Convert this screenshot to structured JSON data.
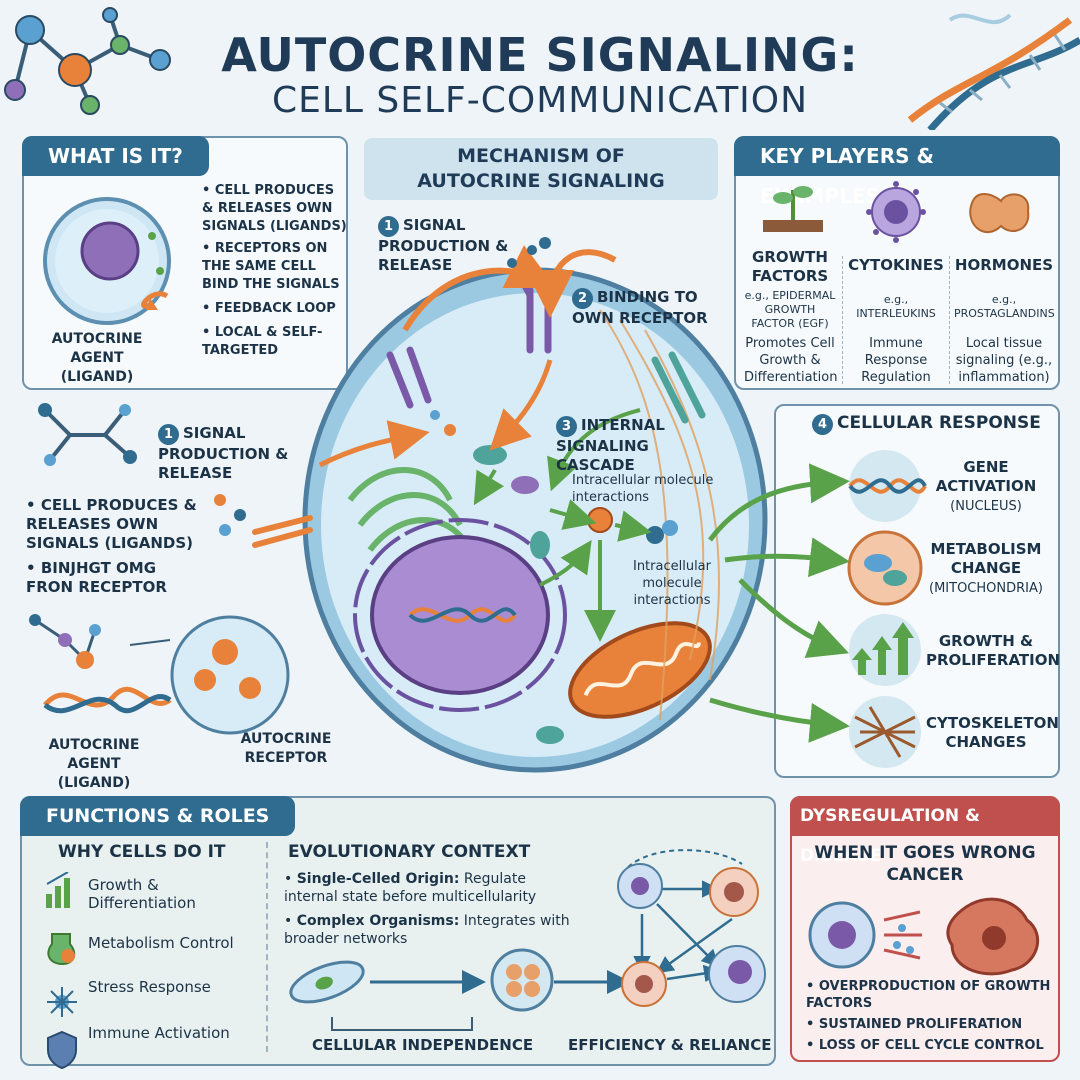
{
  "title": {
    "line1": "AUTOCRINE SIGNALING:",
    "line2": "CELL SELF-COMMUNICATION"
  },
  "what_is_it": {
    "header": "WHAT IS IT?",
    "bullets": [
      "CELL PRODUCES & RELEASES OWN SIGNALS (LIGANDS)",
      "RECEPTORS ON THE SAME CELL BIND THE SIGNALS",
      "FEEDBACK LOOP",
      "LOCAL & SELF-TARGETED"
    ],
    "agent_label": "AUTOCRINE AGENT (LIGAND)"
  },
  "mechanism": {
    "header": "MECHANISM OF AUTOCRINE SIGNALING",
    "step1": {
      "num": "1",
      "label": "SIGNAL PRODUCTION & RELEASE"
    },
    "step2": {
      "num": "2",
      "label": "BINDING TO OWN RECEPTOR"
    },
    "step3": {
      "num": "3",
      "label": "INTERNAL SIGNALING CASCADE",
      "sub": "Intracellular molecule interactions"
    },
    "inner_label": "Intracellular molecule interactions",
    "left_step": {
      "num": "1",
      "label": "SIGNAL PRODUCTION & RELEASE"
    },
    "left_bullets": [
      "CELL PRODUCES & RELEASES OWN SIGNALS (LIGANDS)",
      "BINJHGT OMG FRON RECEPTOR"
    ],
    "agent_label": "AUTOCRINE AGENT (LIGAND)",
    "receptor_label": "AUTOCRINE RECEPTOR"
  },
  "key_players": {
    "header": "KEY PLAYERS & EXAMPLES",
    "items": [
      {
        "title": "GROWTH FACTORS",
        "eg": "e.g., EPIDERMAL GROWTH FACTOR (EGF)",
        "desc": "Promotes Cell Growth & Differentiation"
      },
      {
        "title": "CYTOKINES",
        "eg": "e.g., INTERLEUKINS",
        "desc": "Immune Response Regulation"
      },
      {
        "title": "HORMONES",
        "eg": "e.g., PROSTAGLANDINS",
        "desc": "Local tissue signaling (e.g., inflammation)"
      }
    ]
  },
  "response": {
    "header_num": "4",
    "header": "CELLULAR RESPONSE",
    "items": [
      {
        "label": "GENE ACTIVATION",
        "sub": "(NUCLEUS)",
        "icon": "dna-icon"
      },
      {
        "label": "METABOLISM CHANGE",
        "sub": "(MITOCHONDRIA)",
        "icon": "mitochondria-icon"
      },
      {
        "label": "GROWTH & PROLIFERATION",
        "sub": "",
        "icon": "growth-arrows-icon"
      },
      {
        "label": "CYTOSKELETON CHANGES",
        "sub": "",
        "icon": "cytoskeleton-icon"
      }
    ]
  },
  "functions": {
    "header": "FUNCTIONS & ROLES",
    "why_title": "WHY CELLS DO IT",
    "why_items": [
      "Growth & Differentiation",
      "Metabolism Control",
      "Stress Response",
      "Immune Activation"
    ],
    "evo_title": "EVOLUTIONARY CONTEXT",
    "evo_bullets": [
      {
        "bold": "Single-Celled Origin:",
        "text": "Regulate internal state before multicellularity"
      },
      {
        "bold": "Complex Organisms:",
        "text": "Integrates with broader networks"
      }
    ],
    "evo_left_caption": "CELLULAR INDEPENDENCE",
    "evo_right_caption": "EFFICIENCY & RELIANCE"
  },
  "disease": {
    "header": "DYSREGULATION & DISEASE",
    "subtitle": "WHEN IT GOES WRONG",
    "subtitle2": "CANCER",
    "bullets": [
      "OVERPRODUCTION OF GROWTH FACTORS",
      "SUSTAINED PROLIFERATION",
      "LOSS OF CELL CYCLE CONTROL"
    ]
  },
  "colors": {
    "primary": "#2f6c8f",
    "accent_orange": "#e8823a",
    "accent_green": "#5aa24a",
    "disease_red": "#c0504d",
    "cell_blue": "#a9d3ea",
    "nucleus_purple": "#8f6fb8"
  }
}
